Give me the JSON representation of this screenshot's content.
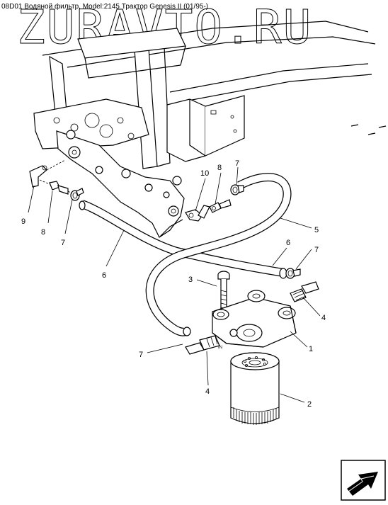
{
  "caption": "08D01 Водяной фильтр, Model:2145 Трактор Genesis II (01/95-)",
  "watermark": "ZURAVTO.RU",
  "inlet_mark": "IN",
  "callouts": {
    "c_9": "9",
    "c_8_left": "8",
    "c_7_left": "7",
    "c_6_left": "6",
    "c_10": "10",
    "c_8_top": "8",
    "c_7_top": "7",
    "c_5": "5",
    "c_6_right": "6",
    "c_7_right": "7",
    "c_3": "3",
    "c_4_right": "4",
    "c_1": "1",
    "c_7_bottom": "7",
    "c_4_bottom": "4",
    "c_2": "2"
  },
  "nav": {
    "next_icon": "next-page-arrow-icon"
  }
}
